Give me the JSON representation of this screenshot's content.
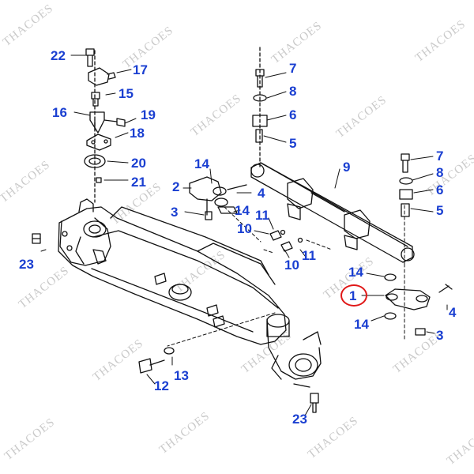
{
  "watermark_text": "THACOES",
  "colors": {
    "callout": "#1a3fd1",
    "highlight_ring": "#e01818",
    "line_art": "#111111",
    "watermark": "#c9c9c9"
  },
  "callouts": {
    "c22": "22",
    "c17": "17",
    "c15": "15",
    "c16": "16",
    "c19": "19",
    "c18": "18",
    "c20": "20",
    "c21": "21",
    "c23a": "23",
    "c2": "2",
    "c14a": "14",
    "c3a": "3",
    "c4a": "4",
    "c14b": "14",
    "c11a": "11",
    "c10a": "10",
    "c11b": "11",
    "c10b": "10",
    "c7a": "7",
    "c8a": "8",
    "c6a": "6",
    "c5a": "5",
    "c9": "9",
    "c7b": "7",
    "c8b": "8",
    "c6b": "6",
    "c5b": "5",
    "c14c": "14",
    "c1": "1",
    "c14d": "14",
    "c4b": "4",
    "c3b": "3",
    "c13": "13",
    "c12": "12",
    "c23b": "23"
  },
  "highlighted_part": "1"
}
